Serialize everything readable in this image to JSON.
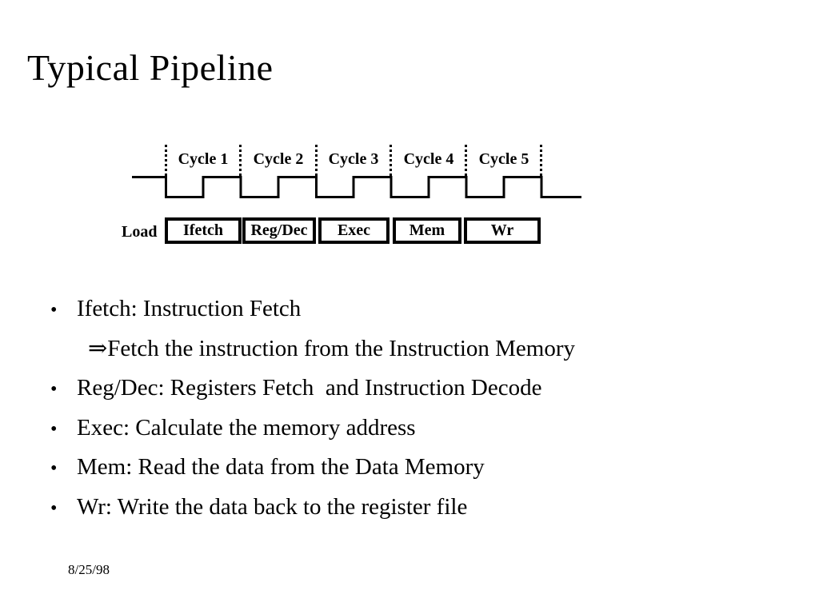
{
  "slide": {
    "title": "Typical Pipeline",
    "footer_date": "8/25/98"
  },
  "diagram": {
    "cycles": [
      "Cycle 1",
      "Cycle 2",
      "Cycle 3",
      "Cycle 4",
      "Cycle 5"
    ],
    "load_label": "Load",
    "stages": [
      "Ifetch",
      "Reg/Dec",
      "Exec",
      "Mem",
      "Wr"
    ]
  },
  "bullets": [
    {
      "marker": "•",
      "text": "Ifetch: Instruction Fetch"
    },
    {
      "marker": "",
      "text": "⇒Fetch the instruction from the Instruction Memory"
    },
    {
      "marker": "•",
      "text": "Reg/Dec: Registers Fetch  and Instruction Decode"
    },
    {
      "marker": "•",
      "text": "Exec: Calculate the memory address"
    },
    {
      "marker": "•",
      "text": "Mem: Read the data from the Data Memory"
    },
    {
      "marker": "•",
      "text": "Wr: Write the data back to the register file"
    }
  ],
  "colors": {
    "ink": "#000000",
    "background": "#ffffff"
  }
}
